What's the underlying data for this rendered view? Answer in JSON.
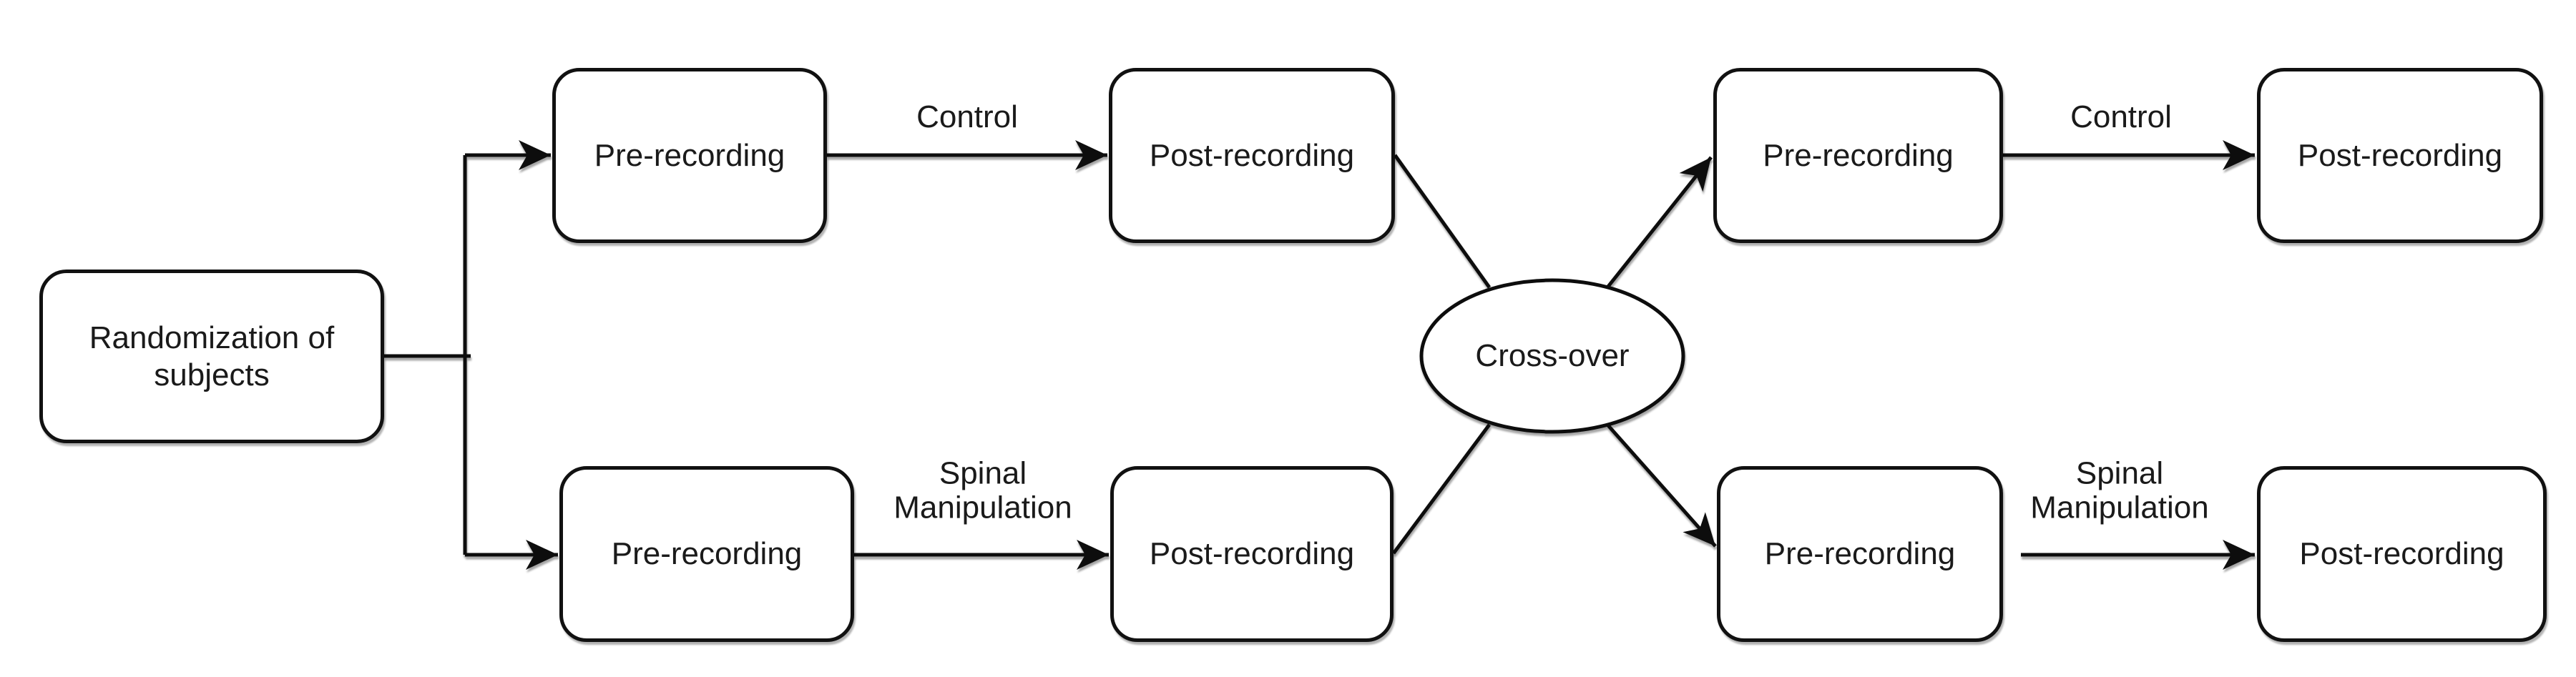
{
  "diagram": {
    "type": "flowchart",
    "background_color": "#ffffff",
    "stroke_color": "#111111",
    "text_color": "#1a1a1a",
    "nodes": {
      "randomization": {
        "label": "Randomization of subjects",
        "shape": "rounded-rect"
      },
      "pre1_top": {
        "label": "Pre-recording",
        "shape": "rounded-rect"
      },
      "post1_top": {
        "label": "Post-recording",
        "shape": "rounded-rect"
      },
      "pre2_top": {
        "label": "Pre-recording",
        "shape": "rounded-rect"
      },
      "post2_top": {
        "label": "Post-recording",
        "shape": "rounded-rect"
      },
      "pre1_bottom": {
        "label": "Pre-recording",
        "shape": "rounded-rect"
      },
      "post1_bottom": {
        "label": "Post-recording",
        "shape": "rounded-rect"
      },
      "pre2_bottom": {
        "label": "Pre-recording",
        "shape": "rounded-rect"
      },
      "post2_bottom": {
        "label": "Post-recording",
        "shape": "rounded-rect"
      },
      "crossover": {
        "label": "Cross-over",
        "shape": "ellipse"
      }
    },
    "edges": {
      "control_top_left": {
        "label": "Control",
        "from": "pre1_top",
        "to": "post1_top"
      },
      "spinal_bottom_left": {
        "label": "Spinal Manipulation",
        "from": "pre1_bottom",
        "to": "post1_bottom"
      },
      "control_top_right": {
        "label": "Control",
        "from": "pre2_top",
        "to": "post2_top"
      },
      "spinal_bottom_right": {
        "label": "Spinal Manipulation",
        "from": "pre2_bottom",
        "to": "post2_bottom"
      },
      "randomization_branch_top": {
        "label": "",
        "from": "randomization",
        "to": "pre1_top"
      },
      "randomization_branch_bottom": {
        "label": "",
        "from": "randomization",
        "to": "pre1_bottom"
      },
      "post_top_to_crossover": {
        "label": "",
        "from": "post1_top",
        "to": "crossover"
      },
      "post_bottom_to_crossover": {
        "label": "",
        "from": "post1_bottom",
        "to": "crossover"
      },
      "crossover_to_pre_top": {
        "label": "",
        "from": "crossover",
        "to": "pre2_top"
      },
      "crossover_to_pre_bottom": {
        "label": "",
        "from": "crossover",
        "to": "pre2_bottom"
      }
    }
  }
}
